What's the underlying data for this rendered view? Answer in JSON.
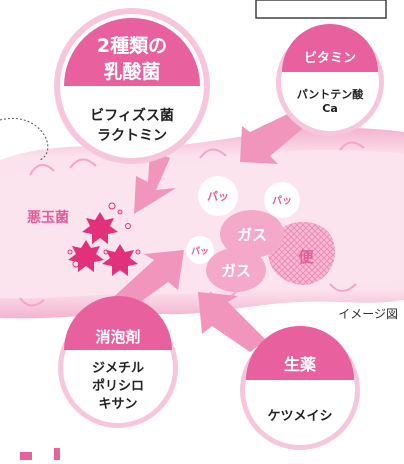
{
  "colors": {
    "accent": "#e8609d",
    "light_pink": "#f7c6dc",
    "intestine": "#f7d2e2",
    "bubble_text": "#e25d99"
  },
  "circles": {
    "lactic": {
      "title_line1": "2種類の",
      "title_line2": "乳酸菌",
      "body_line1": "ビフィズス菌",
      "body_line2": "ラクトミン"
    },
    "vitamin": {
      "title": "ビタミン",
      "body_line1": "パントテン酸",
      "body_line2": "Ca"
    },
    "defoamer": {
      "title": "消泡剤",
      "body_line1": "ジメチル",
      "body_line2": "ポリシロ",
      "body_line3": "キサン"
    },
    "herbal": {
      "title": "生薬",
      "body": "ケツメイシ"
    }
  },
  "labels": {
    "bad_bacteria": "悪玉菌",
    "gas1": "ガス",
    "gas2": "ガス",
    "stool": "便",
    "pop1": "パッ",
    "pop2": "パッ",
    "pop3": "パッ",
    "image_note": "イメージ図"
  }
}
